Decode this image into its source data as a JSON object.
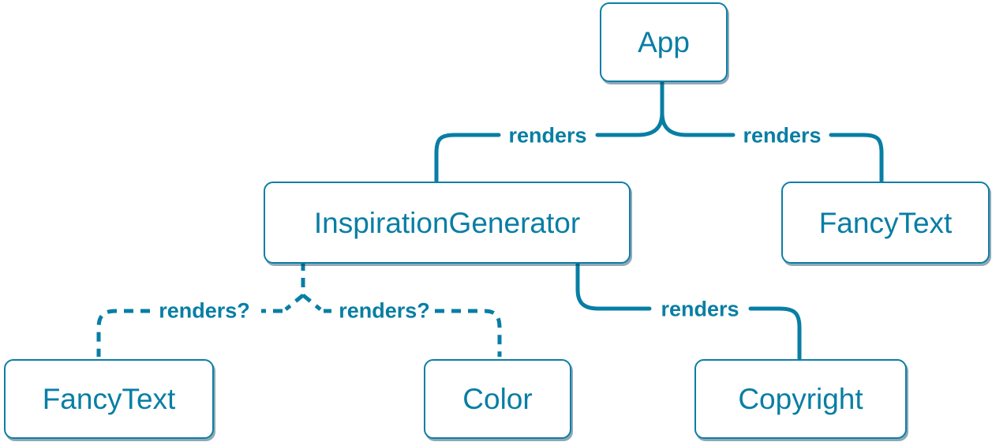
{
  "diagram": {
    "description": "React component render tree",
    "colors": {
      "line": "#087ea4",
      "node_border": "#0d7ea6",
      "node_background": "#ffffff",
      "node_text": "#087ea4",
      "node_shadow": "rgba(10,62,90,0.45)"
    },
    "nodes": [
      {
        "id": "app",
        "label": "App"
      },
      {
        "id": "inspiration-generator",
        "label": "InspirationGenerator"
      },
      {
        "id": "fancy-text-top",
        "label": "FancyText"
      },
      {
        "id": "fancy-text-bottom",
        "label": "FancyText"
      },
      {
        "id": "color",
        "label": "Color"
      },
      {
        "id": "copyright",
        "label": "Copyright"
      }
    ],
    "edges": [
      {
        "from": "App",
        "to": "InspirationGenerator",
        "label": "renders",
        "style": "solid"
      },
      {
        "from": "App",
        "to": "FancyText",
        "label": "renders",
        "style": "solid"
      },
      {
        "from": "InspirationGenerator",
        "to": "Copyright",
        "label": "renders",
        "style": "solid"
      },
      {
        "from": "InspirationGenerator",
        "to": "FancyText",
        "label": "renders?",
        "style": "dashed"
      },
      {
        "from": "InspirationGenerator",
        "to": "Color",
        "label": "renders?",
        "style": "dashed"
      }
    ]
  }
}
